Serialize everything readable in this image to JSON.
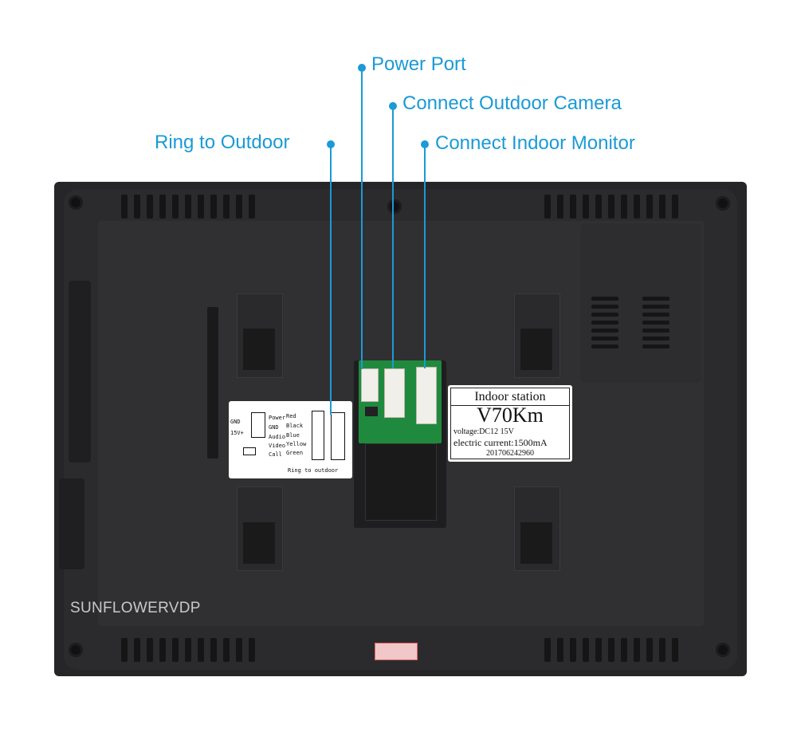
{
  "callouts": {
    "power_port": "Power Port",
    "outdoor_camera": "Connect Outdoor Camera",
    "ring_outdoor": "Ring to Outdoor",
    "indoor_monitor": "Connect Indoor Monitor"
  },
  "brand": "SUNFLOWERVDP",
  "sticker": {
    "title": "Indoor station",
    "model": "V70Km",
    "voltage": "voltage:DC12  15V",
    "current": "electric current:1500mA",
    "serial": "201706242960"
  },
  "wiring_label": {
    "gnd": "GND",
    "v15": "15V+",
    "power": "Power",
    "gnd2": "GND",
    "audio": "Audio",
    "video": "Video",
    "call": "Call",
    "red": "Red",
    "black": "Black",
    "blue": "Blue",
    "yellow": "Yellow",
    "green": "Green",
    "ring": "Ring to outdoor"
  },
  "colors": {
    "accent": "#1a9ad6",
    "body": "#262628"
  }
}
